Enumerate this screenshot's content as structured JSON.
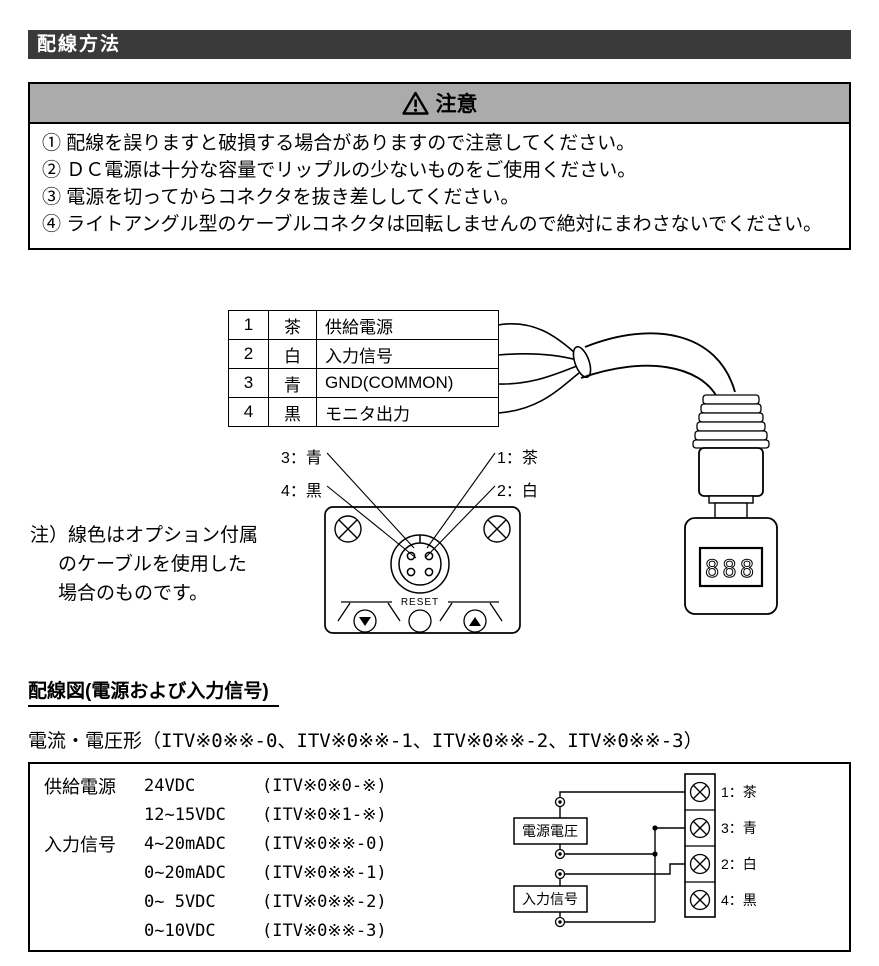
{
  "page_title": "配線方法",
  "caution": {
    "title": "注意",
    "items": [
      "① 配線を誤りますと破損する場合がありますので注意してください。",
      "② ＤＣ電源は十分な容量でリップルの少ないものをご使用ください。",
      "③ 電源を切ってからコネクタを抜き差ししてください。",
      "④ ライトアングル型のケーブルコネクタは回転しませんので絶対にまわさないでください。"
    ]
  },
  "pin_table": {
    "rows": [
      {
        "no": "1",
        "color": "茶",
        "signal": "供給電源"
      },
      {
        "no": "2",
        "color": "白",
        "signal": "入力信号"
      },
      {
        "no": "3",
        "color": "青",
        "signal": "GND(COMMON)"
      },
      {
        "no": "4",
        "color": "黒",
        "signal": "モニタ出力"
      }
    ]
  },
  "connector_diagram": {
    "label_3": "3：青",
    "label_4": "4：黒",
    "label_1": "1：茶",
    "label_2": "2：白",
    "reset_label": "RESET",
    "display_digits": "888"
  },
  "note_lines": [
    "注）線色はオプション付属",
    "のケーブルを使用した",
    "場合のものです。"
  ],
  "wiring_section": {
    "heading": "配線図(電源および入力信号)",
    "subtitle_label": "電流・電圧形",
    "subtitle_codes": "（ITV※0※※-0、ITV※0※※-1、ITV※0※※-2、ITV※0※※-3）",
    "spec_rows": [
      {
        "label": "供給電源",
        "value": "24VDC",
        "model": "(ITV※0※0-※)"
      },
      {
        "label": "",
        "value": "12~15VDC",
        "model": "(ITV※0※1-※)"
      },
      {
        "label": "入力信号",
        "value": "4~20mADC",
        "model": "(ITV※0※※-0)"
      },
      {
        "label": "",
        "value": "0~20mADC",
        "model": "(ITV※0※※-1)"
      },
      {
        "label": "",
        "value": "0~ 5VDC",
        "model": "(ITV※0※※-2)"
      },
      {
        "label": "",
        "value": "0~10VDC",
        "model": "(ITV※0※※-3)"
      }
    ],
    "diagram": {
      "power_box": "電源電圧",
      "input_box": "入力信号",
      "terminal_labels": [
        "1：茶",
        "3：青",
        "2：白",
        "4：黒"
      ]
    }
  }
}
